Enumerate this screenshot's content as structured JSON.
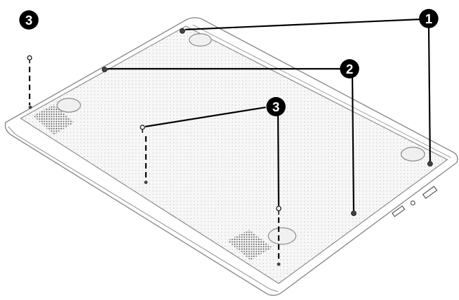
{
  "callouts": {
    "c1": "1",
    "c2": "2",
    "c3_left": "3",
    "c3_center": "3"
  },
  "colors": {
    "line": "#000000",
    "body_outline": "#8a8a8a",
    "panel_fill": "#f7f7f7",
    "texture_dot": "#c9c9c9",
    "vent": "#6a6a6a",
    "foot_fill": "#f0f0f0"
  },
  "icons": [
    "screw-icon",
    "rubber-foot-icon",
    "vent-grille-icon",
    "usb-port-icon",
    "audio-jack-icon"
  ]
}
